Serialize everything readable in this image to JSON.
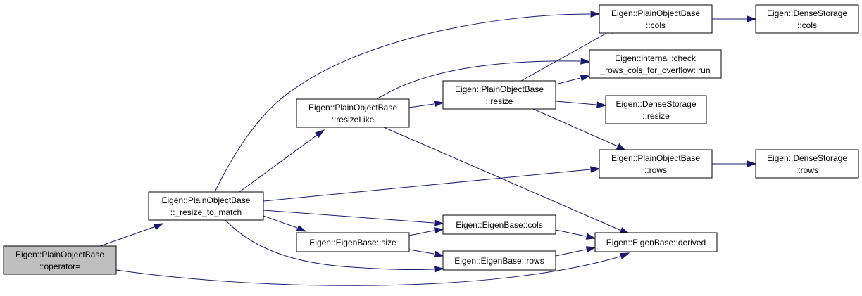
{
  "colors": {
    "edge": "#191970",
    "node_fill": "#ffffff",
    "current_node_fill": "#bfbfbf",
    "border": "#000000"
  },
  "nodes": {
    "operator_eq": {
      "line1": "Eigen::PlainObjectBase",
      "line2": "::operator="
    },
    "resize_to_match": {
      "line1": "Eigen::PlainObjectBase",
      "line2": "::_resize_to_match"
    },
    "resizeLike": {
      "line1": "Eigen::PlainObjectBase",
      "line2": "::resizeLike"
    },
    "eb_size": {
      "line1": "Eigen::EigenBase::size"
    },
    "pob_resize": {
      "line1": "Eigen::PlainObjectBase",
      "line2": "::resize"
    },
    "eb_cols": {
      "line1": "Eigen::EigenBase::cols"
    },
    "eb_rows": {
      "line1": "Eigen::EigenBase::rows"
    },
    "pob_cols": {
      "line1": "Eigen::PlainObjectBase",
      "line2": "::cols"
    },
    "check_overflow": {
      "line1": "Eigen::internal::check",
      "line2": "_rows_cols_for_overflow::run"
    },
    "ds_resize": {
      "line1": "Eigen::DenseStorage",
      "line2": "::resize"
    },
    "pob_rows": {
      "line1": "Eigen::PlainObjectBase",
      "line2": "::rows"
    },
    "eb_derived": {
      "line1": "Eigen::EigenBase::derived"
    },
    "ds_cols": {
      "line1": "Eigen::DenseStorage",
      "line2": "::cols"
    },
    "ds_rows": {
      "line1": "Eigen::DenseStorage",
      "line2": "::rows"
    }
  },
  "edges": [
    [
      "operator_eq",
      "resize_to_match"
    ],
    [
      "operator_eq",
      "eb_derived"
    ],
    [
      "resize_to_match",
      "resizeLike"
    ],
    [
      "resize_to_match",
      "pob_cols"
    ],
    [
      "resize_to_match",
      "pob_rows"
    ],
    [
      "resize_to_match",
      "eb_size"
    ],
    [
      "resize_to_match",
      "eb_cols"
    ],
    [
      "resize_to_match",
      "eb_rows"
    ],
    [
      "resizeLike",
      "pob_resize"
    ],
    [
      "resizeLike",
      "check_overflow"
    ],
    [
      "resizeLike",
      "eb_derived"
    ],
    [
      "pob_resize",
      "pob_cols"
    ],
    [
      "pob_resize",
      "check_overflow"
    ],
    [
      "pob_resize",
      "ds_resize"
    ],
    [
      "pob_resize",
      "pob_rows"
    ],
    [
      "eb_size",
      "eb_cols"
    ],
    [
      "eb_size",
      "eb_rows"
    ],
    [
      "eb_cols",
      "eb_derived"
    ],
    [
      "eb_rows",
      "eb_derived"
    ],
    [
      "pob_cols",
      "ds_cols"
    ],
    [
      "pob_rows",
      "ds_rows"
    ]
  ]
}
